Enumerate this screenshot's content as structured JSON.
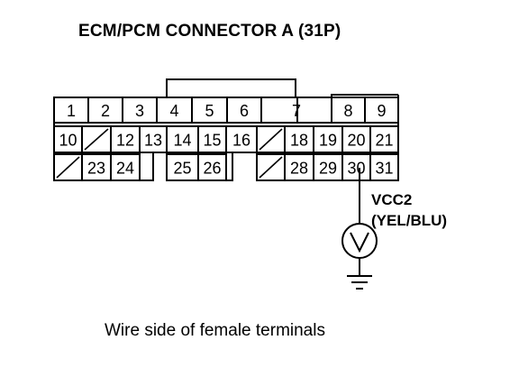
{
  "title": "ECM/PCM CONNECTOR A (31P)",
  "caption": "Wire side of female terminals",
  "connector": {
    "row1": [
      {
        "label": "1",
        "col": 0
      },
      {
        "label": "2",
        "col": 1
      },
      {
        "label": "3",
        "col": 2
      },
      {
        "label": "4",
        "col": 3
      },
      {
        "label": "5",
        "col": 4
      },
      {
        "label": "6",
        "col": 5
      },
      {
        "label": "7",
        "col": 6
      },
      {
        "label": "8",
        "col": 8
      },
      {
        "label": "9",
        "col": 9
      }
    ],
    "row2": [
      {
        "label": "10",
        "col": 0
      },
      {
        "label": "",
        "col": 1,
        "empty": true
      },
      {
        "label": "12",
        "col": 2
      },
      {
        "label": "13",
        "col": 3
      },
      {
        "label": "14",
        "col": 4
      },
      {
        "label": "15",
        "col": 5
      },
      {
        "label": "16",
        "col": 6
      },
      {
        "label": "",
        "col": 7,
        "empty": true
      },
      {
        "label": "18",
        "col": 8
      },
      {
        "label": "19",
        "col": 9
      },
      {
        "label": "20",
        "col": 10
      },
      {
        "label": "21",
        "col": 11
      }
    ],
    "row3": [
      {
        "label": "",
        "col": 0,
        "empty": true
      },
      {
        "label": "23",
        "col": 1
      },
      {
        "label": "24",
        "col": 2
      },
      {
        "label": "25",
        "col": 4
      },
      {
        "label": "26",
        "col": 5
      },
      {
        "label": "",
        "col": 7,
        "empty": true
      },
      {
        "label": "28",
        "col": 8
      },
      {
        "label": "29",
        "col": 9
      },
      {
        "label": "30",
        "col": 10
      },
      {
        "label": "31",
        "col": 11
      }
    ]
  },
  "probe": {
    "pin": "30",
    "signal": "VCC2",
    "wire_color": "(YEL/BLU)",
    "meter": "V"
  }
}
